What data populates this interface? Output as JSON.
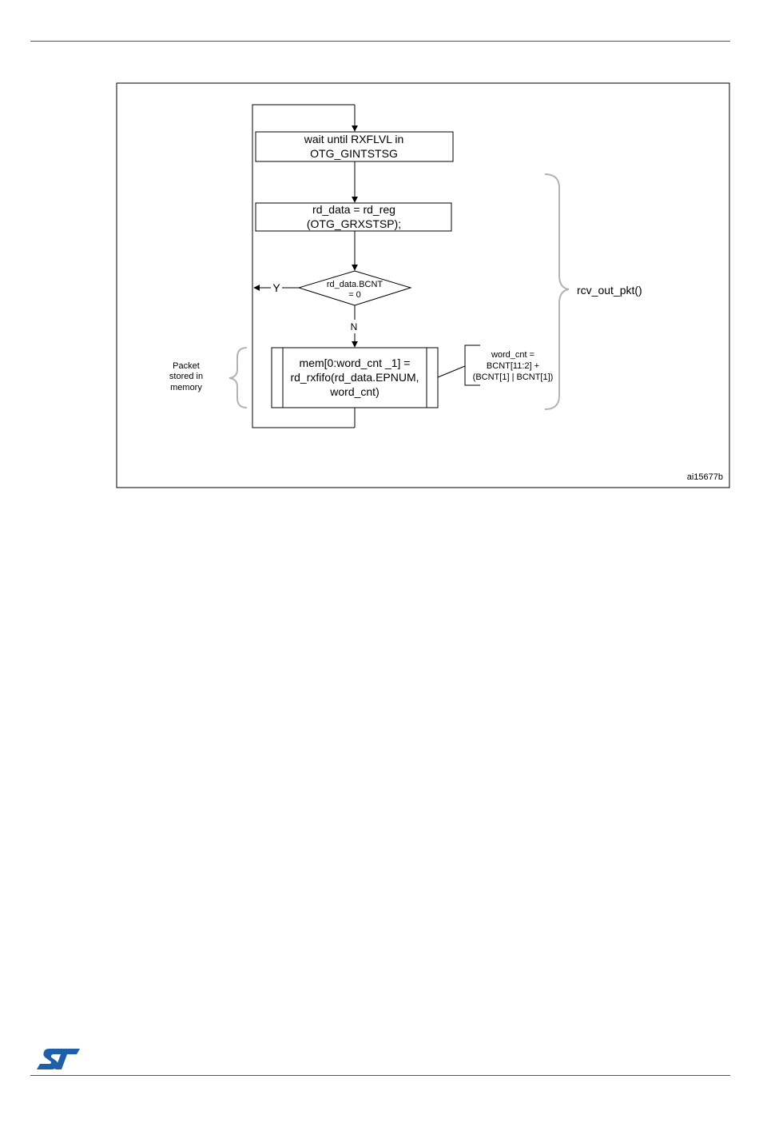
{
  "diagram": {
    "boxes": {
      "wait": [
        "wait until RXFLVL in",
        "OTG_GINTSTSG"
      ],
      "read": [
        "rd_data = rd_reg",
        "(OTG_GRXSTSP);"
      ],
      "decision": [
        "rd_data.BCNT",
        "= 0"
      ],
      "store": [
        "mem[0:word_cnt _1] =",
        "rd_rxfifo(rd_data.EPNUM,",
        "word_cnt)"
      ]
    },
    "labels": {
      "yes": "Y",
      "no": "N",
      "function": "rcv_out_pkt()",
      "packet": [
        "Packet",
        "stored in",
        "memory"
      ],
      "word_cnt": [
        "word_cnt =",
        "BCNT[11:2] +",
        "(BCNT[1] | BCNT[1])"
      ],
      "figure_id": "ai15677b"
    }
  },
  "colors": {
    "line": "#000000",
    "brace": "#b3b3b3",
    "rule": "#555555",
    "logo": "#1f5fa8"
  },
  "logo_icon": "st-logo-icon"
}
